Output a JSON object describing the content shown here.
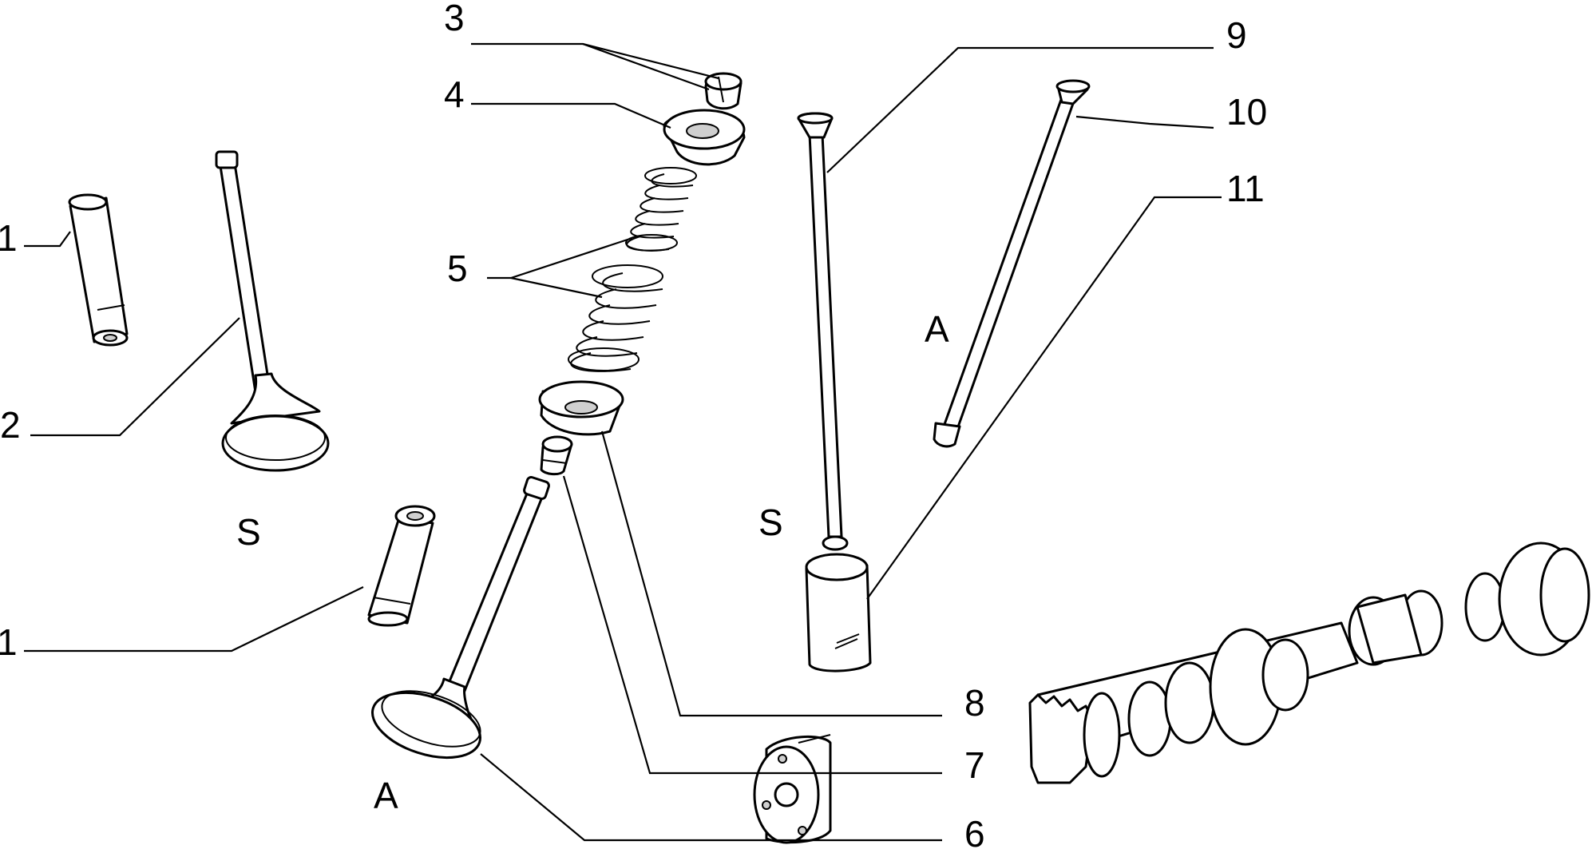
{
  "callouts": {
    "n1a": "1",
    "n1b": "1",
    "n2": "2",
    "n3": "3",
    "n4": "4",
    "n5": "5",
    "n6": "6",
    "n7": "7",
    "n8": "8",
    "n9": "9",
    "n10": "10",
    "n11": "11"
  },
  "group_labels": {
    "s_valve": "S",
    "a_valve": "A",
    "s_pushrod": "S",
    "a_pushrod": "A"
  }
}
